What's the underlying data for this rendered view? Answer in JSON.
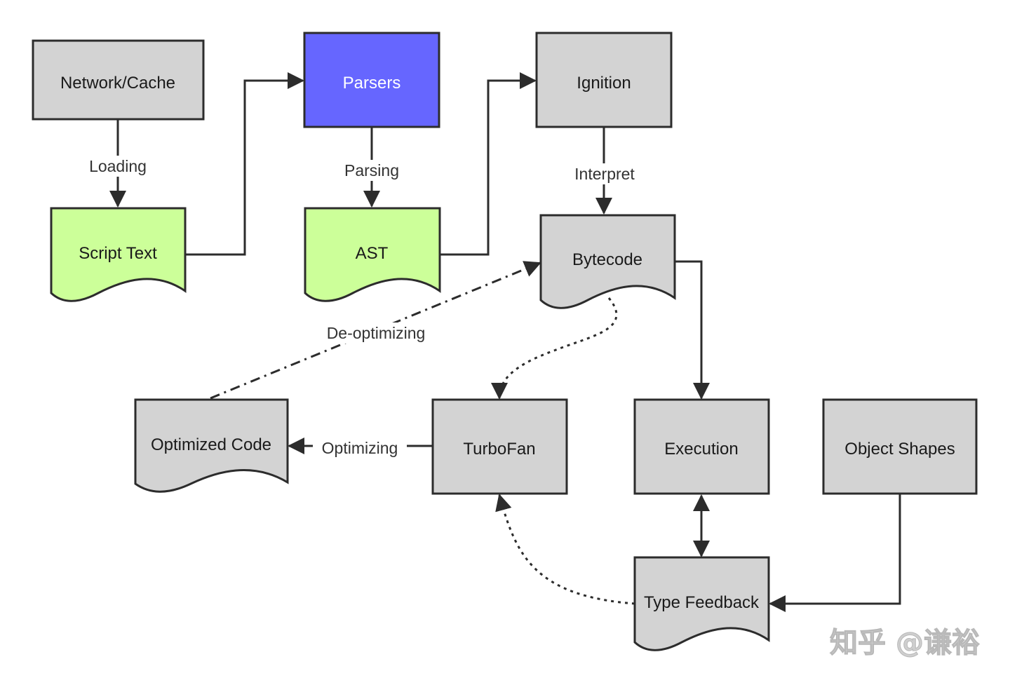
{
  "colors": {
    "process": "#d3d3d3",
    "parser": "#6666ff",
    "source": "#ccff99",
    "stroke": "#2c2c2c"
  },
  "nodes": {
    "network_cache": "Network/Cache",
    "parsers": "Parsers",
    "ignition": "Ignition",
    "script_text": "Script Text",
    "ast": "AST",
    "bytecode": "Bytecode",
    "optimized_code": "Optimized Code",
    "turbofan": "TurboFan",
    "execution": "Execution",
    "object_shapes": "Object Shapes",
    "type_feedback": "Type Feedback"
  },
  "edges": {
    "loading": "Loading",
    "parsing": "Parsing",
    "interpret": "Interpret",
    "de_optimizing": "De-optimizing",
    "optimizing": "Optimizing"
  },
  "watermark": "知乎 @谦裕"
}
